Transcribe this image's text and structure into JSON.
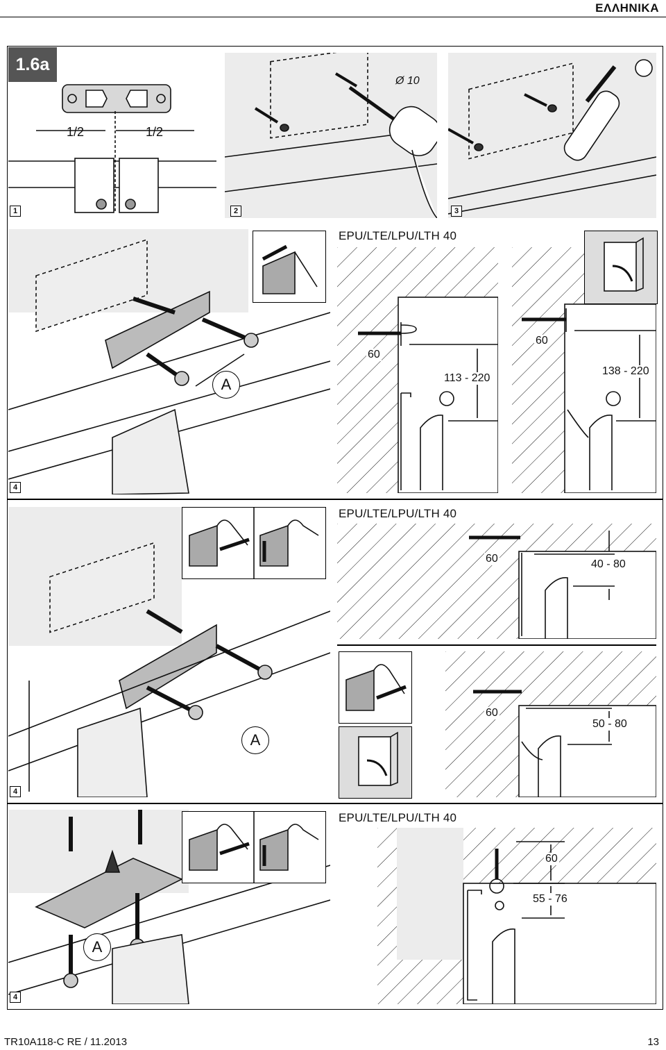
{
  "header": {
    "language": "ΕΛΛΗΝΙΚΑ"
  },
  "section": {
    "badge": "1.6a"
  },
  "steps": {
    "s1": "1",
    "s2": "2",
    "s3": "3",
    "s4a": "4",
    "s4b": "4",
    "s4c": "4"
  },
  "step1": {
    "half_left": "1/2",
    "half_right": "1/2"
  },
  "step2": {
    "drill_diameter": "Ø 10"
  },
  "models": {
    "a": "EPU/LTE/LPU/LTH 40",
    "b": "EPU/LTE/LPU/LTH 40",
    "c": "EPU/LTE/LPU/LTH 40"
  },
  "callouts": {
    "a1": "A",
    "a2": "A",
    "a3": "A"
  },
  "dimensions": {
    "row1_left_depth": "60",
    "row1_left_range": "113 - 220",
    "row1_right_depth": "60",
    "row1_right_range": "138 - 220",
    "row2_top_depth": "60",
    "row2_top_range": "40 - 80",
    "row2_bottom_depth": "60",
    "row2_bottom_range": "50 - 80",
    "row3_depth": "60",
    "row3_range": "55 - 76"
  },
  "footer": {
    "doc_ref": "TR10A118-C  RE / 11.2013",
    "page": "13"
  },
  "colors": {
    "badge_bg": "#555555",
    "panel_bg": "#ececec",
    "line": "#111111"
  }
}
